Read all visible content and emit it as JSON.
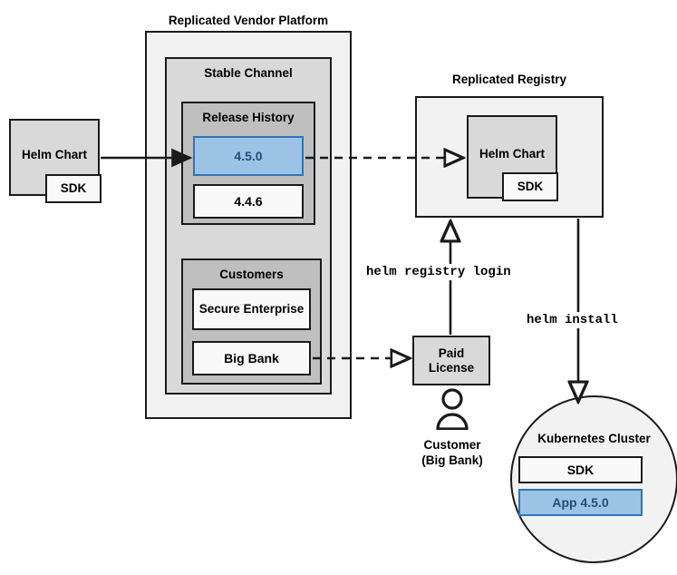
{
  "diagram": {
    "title_platform": "Replicated Vendor Platform",
    "title_registry": "Replicated Registry",
    "platform": {
      "channel_title": "Stable Channel",
      "release_history_title": "Release History",
      "releases": [
        {
          "version": "4.5.0",
          "state": "highlighted"
        },
        {
          "version": "4.4.6",
          "state": "normal"
        }
      ],
      "customers_title": "Customers",
      "customers": [
        {
          "name": "Secure Enterprise"
        },
        {
          "name": "Big Bank"
        }
      ]
    },
    "source_chart": {
      "label": "Helm Chart",
      "sdk_label": "SDK"
    },
    "registry": {
      "chart_label": "Helm Chart",
      "sdk_label": "SDK"
    },
    "license": {
      "label": "Paid License"
    },
    "customer_actor": {
      "line1": "Customer",
      "line2": "(Big Bank)",
      "icon": "person-icon"
    },
    "cluster": {
      "title": "Kubernetes Cluster",
      "sdk_label": "SDK",
      "app_label": "App 4.5.0"
    },
    "commands": {
      "registry_login": "helm registry login",
      "install": "helm install"
    },
    "colors": {
      "highlight_fill": "#9cc3e4",
      "highlight_border": "#2e75b6",
      "highlight_text": "#1f4e79",
      "container_fill": "#f2f2f2",
      "channel_fill": "#d9d9d9",
      "inner_fill": "#bfbfbf",
      "stroke": "#1a1a1a"
    }
  }
}
